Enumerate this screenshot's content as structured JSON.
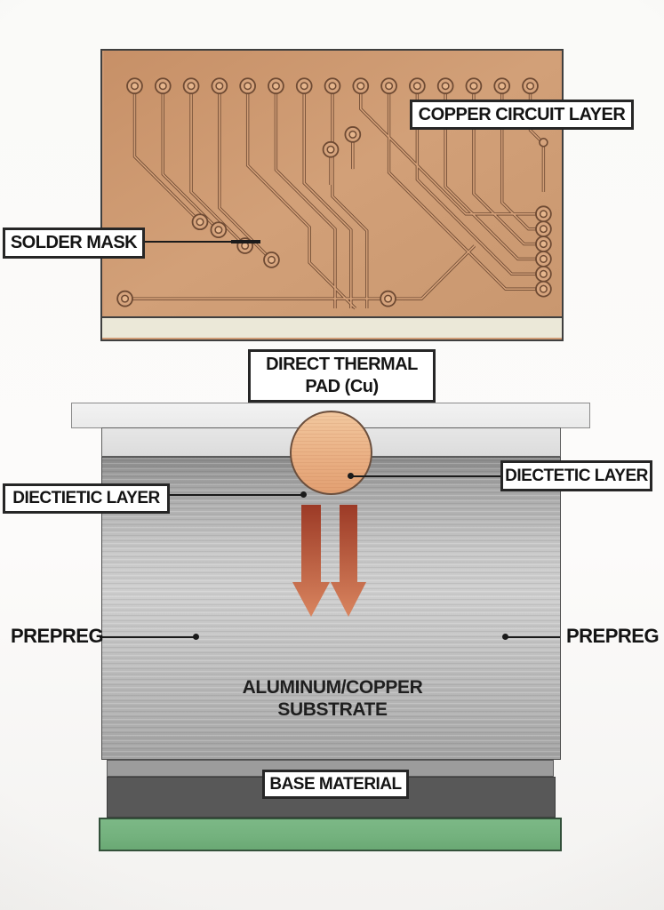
{
  "colors": {
    "copper_board": "#cf9b75",
    "copper_trace_outline": "#6e4a33",
    "copper_trace_fill": "#d4a078",
    "copper_pad": "#eab084",
    "substrate_strip": "#ebe8d8",
    "board_border": "#3f3f3f",
    "label_bg": "#ffffff",
    "label_border": "#262626",
    "text": "#141414",
    "metal_dark": "#8b8b8b",
    "metal_light": "#cecece",
    "arrow_top": "#9c3a26",
    "arrow_bottom": "#d9855f",
    "band_mid": "#9c9c9c",
    "band_dark": "#585858",
    "band_green": "#74b27e"
  },
  "top_diagram": {
    "copper_circuit_label": "COPPER CIRCUIT LAYER",
    "solder_mask_label": "SOLDER MASK"
  },
  "bottom_diagram": {
    "thermal_pad_label_line1": "DIRECT THERMAL",
    "thermal_pad_label_line2": "PAD (Cu)",
    "dielectric_right_label": "DIECTETIC LAYER",
    "dielectric_left_label": "DIECTIETIC LAYER",
    "prepreg_left_label": "PREPREG",
    "prepreg_right_label": "PREPREG",
    "substrate_label_line1": "ALUMINUM/COPPER",
    "substrate_label_line2": "SUBSTRATE",
    "base_material_label": "BASE MATERIAL"
  }
}
